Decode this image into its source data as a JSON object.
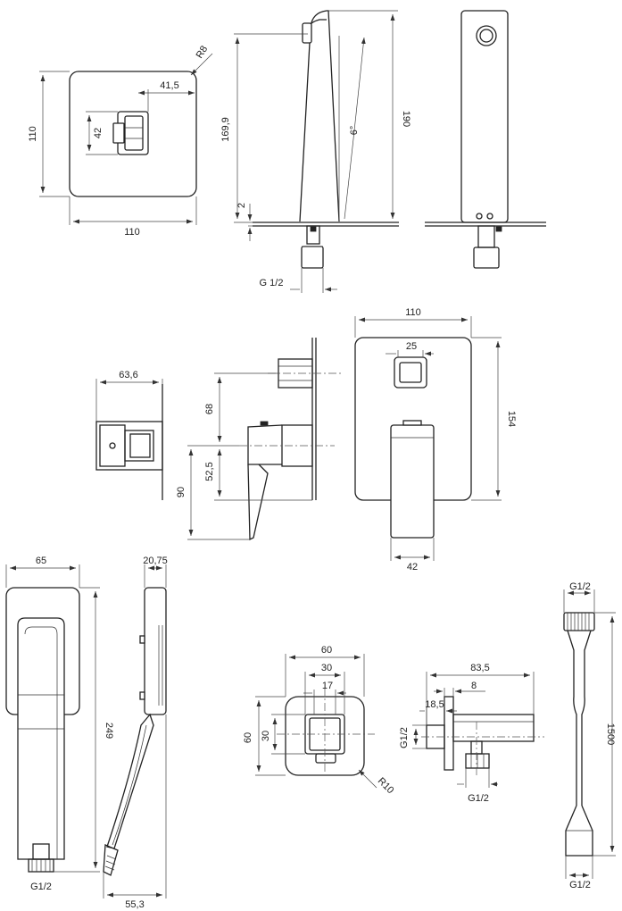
{
  "colors": {
    "line": "#222222",
    "background": "#ffffff"
  },
  "views": {
    "mixer_front": {
      "width": "110",
      "height": "110",
      "radius": "R8",
      "offset": "41,5",
      "handle": "42"
    },
    "spout_side": {
      "height_total": "190",
      "height": "169,9",
      "angle": "6°",
      "base": "2",
      "thread": "G 1/2"
    },
    "box_side": {
      "depth": "63,6"
    },
    "diverter_side": {
      "dim_a": "68",
      "dim_b": "52,5",
      "dim_c": "90"
    },
    "diverter_front": {
      "width": "110",
      "knob": "25",
      "height": "154",
      "handle": "42"
    },
    "hand_shower_front": {
      "width": "65",
      "length": "249",
      "thread": "G1/2"
    },
    "hand_shower_side": {
      "thickness": "20,75",
      "reach": "55,3"
    },
    "outlet_front": {
      "width": "60",
      "inner": "30",
      "hole": "17",
      "height": "60",
      "inner_v": "30",
      "radius": "R10"
    },
    "outlet_side": {
      "length": "83,5",
      "dim_a": "8",
      "dim_b": "18,5",
      "thread_in": "G1/2",
      "thread_out": "G1/2"
    },
    "hose": {
      "thread_top": "G1/2",
      "length": "1500",
      "thread_bottom": "G1/2"
    }
  }
}
